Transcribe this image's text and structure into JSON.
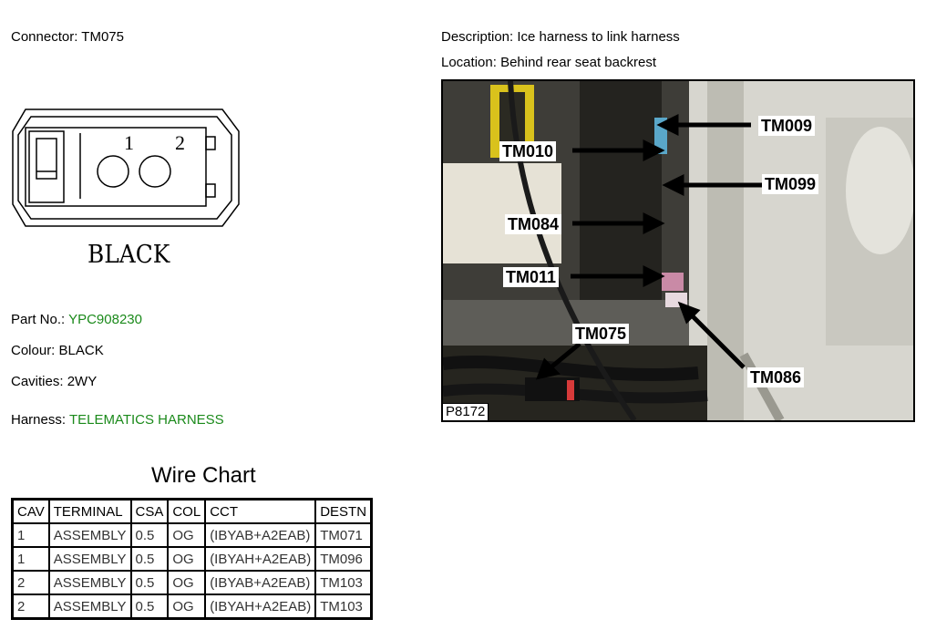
{
  "connector": {
    "label": "Connector:",
    "value": "TM075",
    "color_label": "BLACK",
    "cavity_numbers": [
      "1",
      "2"
    ]
  },
  "description": {
    "label": "Description:",
    "value": "Ice harness to link harness"
  },
  "location": {
    "label": "Location:",
    "value": "Behind rear seat backrest"
  },
  "part_no": {
    "label": "Part No.:",
    "value": "YPC908230"
  },
  "colour": {
    "label": "Colour:",
    "value": "BLACK"
  },
  "cavities": {
    "label": "Cavities:",
    "value": "2WY"
  },
  "harness": {
    "label": "Harness:",
    "value": "TELEMATICS HARNESS"
  },
  "photo": {
    "reference": "P8172",
    "callouts": [
      "TM009",
      "TM010",
      "TM099",
      "TM084",
      "TM011",
      "TM075",
      "TM086"
    ]
  },
  "wire_chart": {
    "title": "Wire Chart",
    "headers": [
      "CAV",
      "TERMINAL",
      "CSA",
      "COL",
      "CCT",
      "DESTN"
    ],
    "rows": [
      [
        "1",
        "ASSEMBLY",
        "0.5",
        "OG",
        "(IBYAB+A2EAB)",
        "TM071"
      ],
      [
        "1",
        "ASSEMBLY",
        "0.5",
        "OG",
        "(IBYAH+A2EAB)",
        "TM096"
      ],
      [
        "2",
        "ASSEMBLY",
        "0.5",
        "OG",
        "(IBYAB+A2EAB)",
        "TM103"
      ],
      [
        "2",
        "ASSEMBLY",
        "0.5",
        "OG",
        "(IBYAH+A2EAB)",
        "TM103"
      ]
    ]
  },
  "colors": {
    "accent_green": "#1b8a1b"
  }
}
